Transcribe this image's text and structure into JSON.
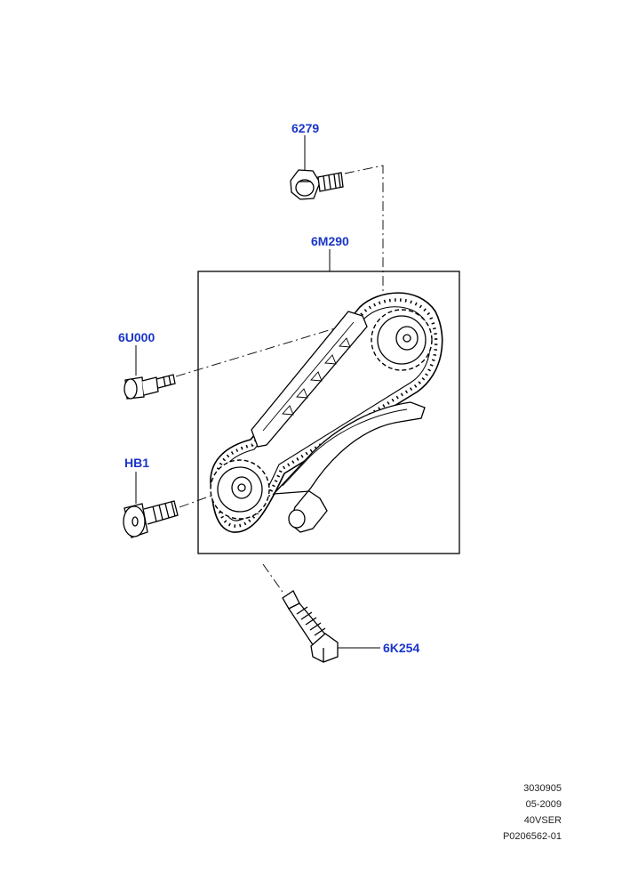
{
  "callouts": {
    "bolt_top": "6279",
    "chain_kit": "6M290",
    "bolt_left": "6U000",
    "bolt_sprocket": "HB1",
    "tensioner": "6K254"
  },
  "footer": {
    "ref_number": "3030905",
    "date": "05-2009",
    "code": "40VSER",
    "drawing_id": "P0206562-01"
  },
  "colors": {
    "callout_text": "#1a35c8",
    "line_art": "#000000"
  }
}
